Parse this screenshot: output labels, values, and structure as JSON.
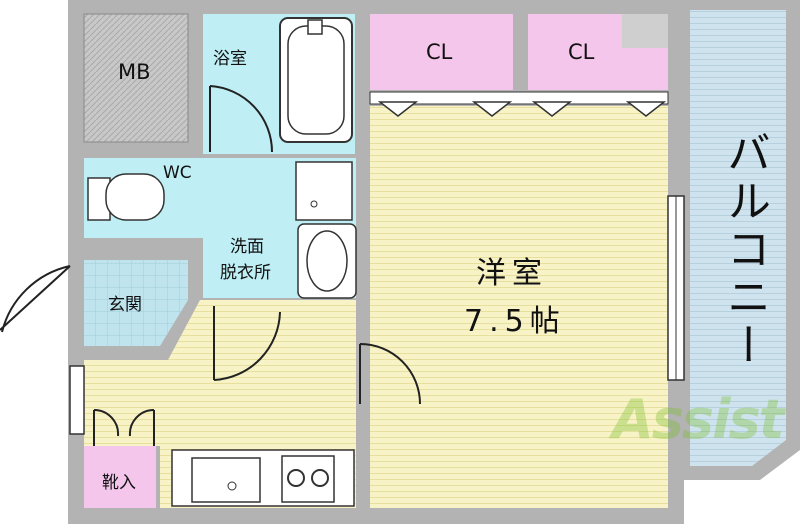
{
  "rooms": {
    "mb": "MB",
    "bath": "浴室",
    "wc": "WC",
    "washroom_line1": "洗面",
    "washroom_line2": "脱衣所",
    "entrance": "玄関",
    "shoe_box": "靴入",
    "closet_left": "CL",
    "closet_right": "CL",
    "western_room": "洋室",
    "western_room_size": "7.5帖",
    "balcony": "バルコニー"
  },
  "watermark": "Assist",
  "colors": {
    "wall": "#b3b3b3",
    "wet_area": "#bfeef5",
    "floor_yellow": "#f7f3c6",
    "closet_pink": "#f5c6ec",
    "balcony_blue": "#cfe3ee",
    "mb_gray": "#c8c8c8"
  }
}
